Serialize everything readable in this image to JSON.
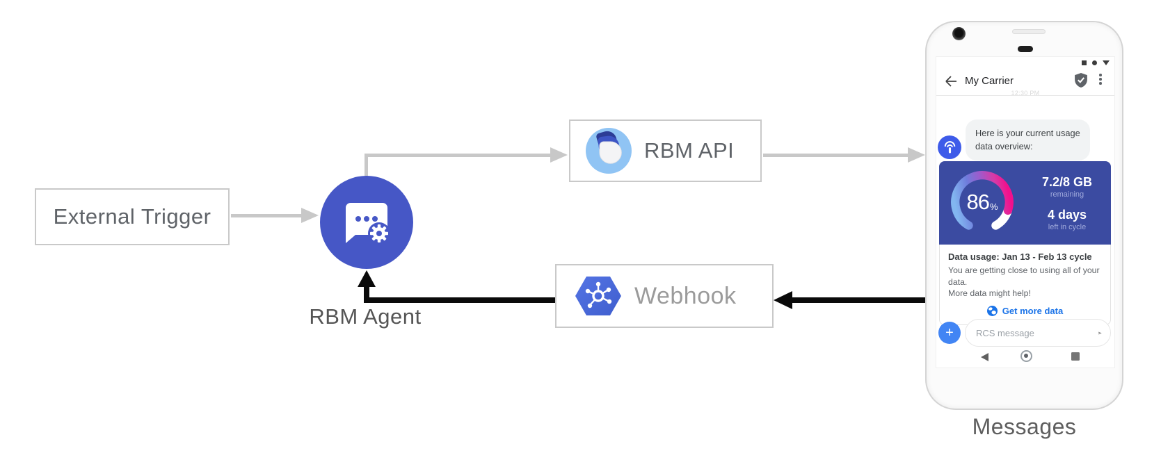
{
  "diagram": {
    "external_trigger_label": "External Trigger",
    "rbm_agent_label": "RBM Agent",
    "rbm_api_label": "RBM API",
    "webhook_label": "Webhook",
    "messages_label": "Messages",
    "colors": {
      "agent_circle": "#4657C6",
      "gray_arrow": "#C8C8C8",
      "black_arrow": "#0A0A0A",
      "box_border": "#C9C9C9"
    }
  },
  "phone": {
    "header": {
      "title": "My Carrier"
    },
    "timestamp": "12:30 PM",
    "chat": {
      "message_line1": "Here is your current usage",
      "message_line2": "data overview:"
    },
    "usage_card": {
      "percent": "86",
      "percent_unit": "%",
      "remaining_value": "7.2/8 GB",
      "remaining_label": "remaining",
      "days_value": "4 days",
      "days_label": "left in cycle",
      "title": "Data usage: Jan 13 - Feb 13 cycle",
      "body_line1": "You are getting close to using all of your data.",
      "body_line2": "More data might help!",
      "action_label": "Get more data"
    },
    "compose": {
      "placeholder": "RCS message"
    },
    "colors": {
      "card_blue": "#3B4BA1",
      "link_blue": "#1A73E8",
      "plus_blue": "#4285F4",
      "avatar_blue": "#3E5BE9",
      "gauge_gradient": [
        "#82B6F0",
        "#6E7CDC",
        "#9E5BCC",
        "#D63AA6",
        "#F2108C"
      ]
    }
  }
}
